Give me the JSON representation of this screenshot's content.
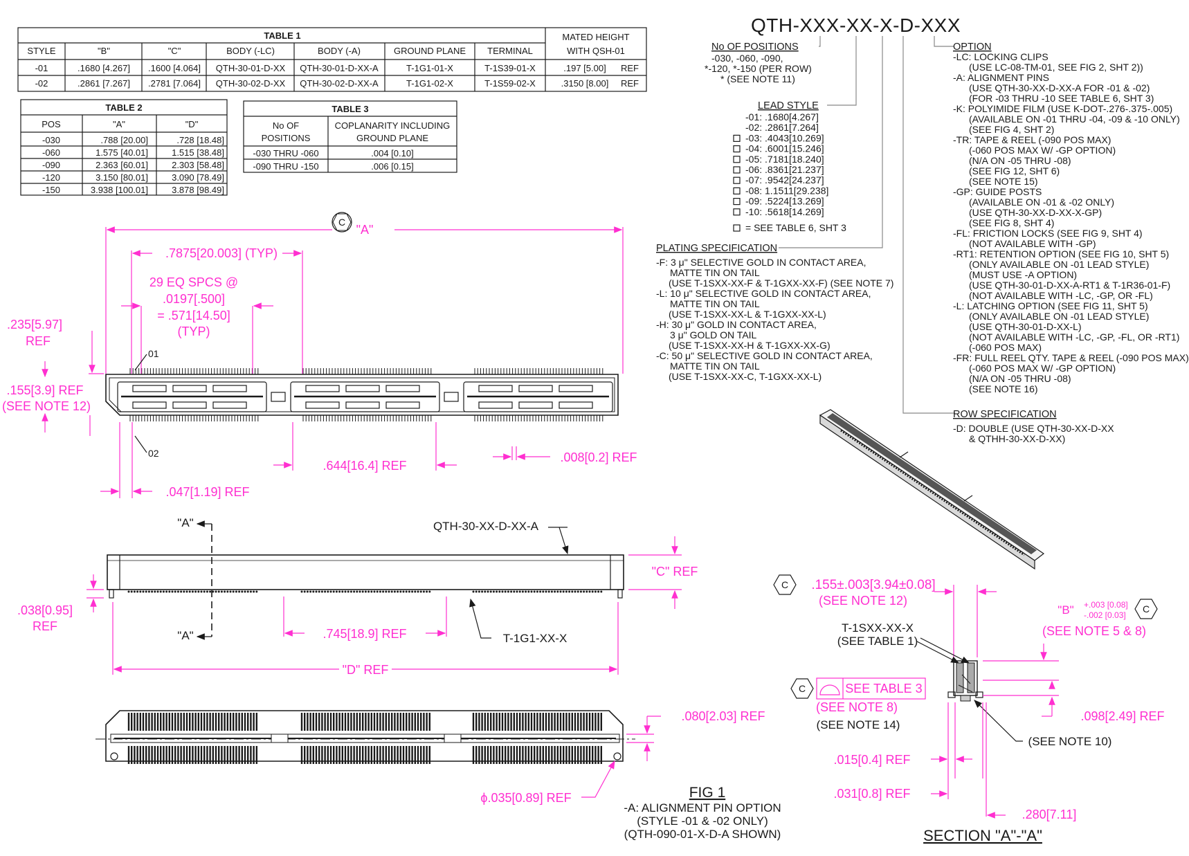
{
  "tables": {
    "t1": {
      "title": "TABLE 1",
      "mated_header": [
        "MATED HEIGHT",
        "WITH QSH-01"
      ],
      "headers": [
        "STYLE",
        "\"B\"",
        "\"C\"",
        "BODY (-LC)",
        "BODY (-A)",
        "GROUND PLANE",
        "TERMINAL"
      ],
      "rows": [
        [
          "-01",
          ".1680 [4.267]",
          ".1600 [4.064]",
          "QTH-30-01-D-XX",
          "QTH-30-01-D-XX-A",
          "T-1G1-01-X",
          "T-1S39-01-X",
          ".197 [5.00]",
          "REF"
        ],
        [
          "-02",
          ".2861 [7.267]",
          ".2781 [7.064]",
          "QTH-30-02-D-XX",
          "QTH-30-02-D-XX-A",
          "T-1G1-02-X",
          "T-1S59-02-X",
          ".3150 [8.00]",
          "REF"
        ]
      ]
    },
    "t2": {
      "title": "TABLE 2",
      "headers": [
        "POS",
        "\"A\"",
        "\"D\""
      ],
      "rows": [
        [
          "-030",
          ".788 [20.00]",
          ".728 [18.48]"
        ],
        [
          "-060",
          "1.575 [40.01]",
          "1.515 [38.48]"
        ],
        [
          "-090",
          "2.363 [60.01]",
          "2.303 [58.48]"
        ],
        [
          "-120",
          "3.150 [80.01]",
          "3.090 [78.49]"
        ],
        [
          "-150",
          "3.938 [100.01]",
          "3.878 [98.49]"
        ]
      ]
    },
    "t3": {
      "title": "TABLE 3",
      "headers": [
        "No OF",
        "POSITIONS",
        "COPLANARITY INCLUDING",
        "GROUND PLANE"
      ],
      "rows": [
        [
          "-030 THRU -060",
          ".004 [0.10]"
        ],
        [
          "-090 THRU -150",
          ".006 [0.15]"
        ]
      ]
    }
  },
  "part_number": "QTH-XXX-XX-X-D-XXX",
  "positions": {
    "title": "No OF POSITIONS",
    "lines": [
      "-030, -060, -090,",
      "*-120, *-150 (PER ROW)",
      "* (SEE NOTE 11)"
    ]
  },
  "lead_style": {
    "title": "LEAD STYLE",
    "items": [
      {
        "box": false,
        "text": "-01:  .1680[4.267]"
      },
      {
        "box": false,
        "text": "-02:  .2861[7.264]"
      },
      {
        "box": true,
        "text": "-03:  .4043[10.269]"
      },
      {
        "box": true,
        "text": "-04:  .6001[15.246]"
      },
      {
        "box": true,
        "text": "-05:  .7181[18.240]"
      },
      {
        "box": true,
        "text": "-06:  .8361[21.237]"
      },
      {
        "box": true,
        "text": "-07:  .9542[24.237]"
      },
      {
        "box": true,
        "text": "-08: 1.1511[29.238]"
      },
      {
        "box": true,
        "text": "-09:  .5224[13.269]"
      },
      {
        "box": true,
        "text": "-10:  .5618[14.269]"
      }
    ],
    "note": "= SEE TABLE 6, SHT 3"
  },
  "plating": {
    "title": "PLATING SPECIFICATION",
    "lines": [
      "-F: 3 μ\" SELECTIVE GOLD IN CONTACT AREA,",
      "MATTE TIN ON TAIL",
      "(USE T-1SXX-XX-F & T-1GXX-XX-F) (SEE NOTE 7)",
      "-L: 10 μ\" SELECTIVE GOLD IN CONTACT AREA,",
      "MATTE TIN ON TAIL",
      "(USE T-1SXX-XX-L & T-1GXX-XX-L)",
      "-H: 30 μ\" GOLD IN CONTACT AREA,",
      "3 μ\" GOLD ON TAIL",
      "(USE T-1SXX-XX-H & T-1GXX-XX-G)",
      "-C: 50 μ\" SELECTIVE GOLD IN CONTACT AREA,",
      "MATTE TIN ON TAIL",
      "(USE T-1SXX-XX-C, T-1GXX-XX-L)"
    ]
  },
  "option": {
    "title": "OPTION",
    "lines": [
      "-LC: LOCKING CLIPS",
      "(USE LC-08-TM-01, SEE FIG 2, SHT 2))",
      "-A: ALIGNMENT PINS",
      "(USE QTH-30-XX-D-XX-A FOR -01 & -02)",
      "(FOR -03 THRU -10 SEE TABLE 6, SHT 3)",
      "-K: POLYIMIDE FILM (USE K-DOT-.276-.375-.005)",
      "(AVAILABLE ON -01 THRU -04, -09 & -10 ONLY)",
      "(SEE FIG 4, SHT 2)",
      "-TR: TAPE & REEL (-090 POS MAX)",
      "(-060 POS MAX W/ -GP OPTION)",
      "(N/A ON -05 THRU -08)",
      "(SEE FIG 12, SHT 6)",
      "(SEE NOTE 15)",
      "-GP: GUIDE POSTS",
      "(AVAILABLE ON -01 & -02 ONLY)",
      "(USE QTH-30-XX-D-XX-X-GP)",
      "(SEE FIG 8, SHT 4)",
      "-FL: FRICTION LOCKS (SEE FIG 9, SHT 4)",
      "(NOT AVAILABLE WITH -GP)",
      "-RT1: RETENTION OPTION (SEE FIG 10, SHT 5)",
      "(ONLY AVAILABLE ON -01 LEAD STYLE)",
      "(MUST USE -A OPTION)",
      "(USE QTH-30-01-D-XX-A-RT1 & T-1R36-01-F)",
      "(NOT AVAILABLE WITH -LC, -GP, OR -FL)",
      "-L: LATCHING OPTION (SEE FIG 11, SHT 5)",
      "(ONLY AVAILABLE ON -01 LEAD STYLE)",
      "(USE QTH-30-01-D-XX-L)",
      "(NOT AVAILABLE WITH -LC, -GP, -FL, OR -RT1)",
      "(-060 POS MAX)",
      "-FR: FULL REEL QTY. TAPE & REEL (-090 POS MAX)",
      "(-060 POS MAX W/ -GP OPTION)",
      "(N/A ON -05 THRU -08)",
      "(SEE NOTE 16)"
    ]
  },
  "row_spec": {
    "title": "ROW SPECIFICATION",
    "lines": [
      "-D: DOUBLE (USE QTH-30-XX-D-XX",
      "& QTHH-30-XX-D-XX)"
    ]
  },
  "top_view": {
    "dim_A": "\"A\"",
    "pitch": ".7875[20.003] (TYP)",
    "spaces": [
      "29 EQ SPCS @",
      ".0197[.500]",
      "= .571[14.50]",
      "(TYP)"
    ],
    "d235": [
      ".235[5.97]",
      "REF"
    ],
    "d155": [
      ".155[3.9] REF",
      "(SEE NOTE 12)"
    ],
    "pin01": "01",
    "pin02": "02",
    "d644": ".644[16.4] REF",
    "d008": ".008[0.2] REF",
    "d047": ".047[1.19] REF"
  },
  "side_view": {
    "section_a": "\"A\"",
    "part_label": "QTH-30-XX-D-XX-A",
    "dim_C": "\"C\" REF",
    "d038": [
      ".038[0.95]",
      "REF"
    ],
    "d745": ".745[18.9] REF",
    "ground_label": "T-1G1-XX-X",
    "dim_D": "\"D\" REF"
  },
  "bottom_view": {
    "d080": ".080[2.03] REF",
    "d035": "ϕ.035[0.89] REF"
  },
  "fig1": {
    "title": "FIG 1",
    "lines": [
      "-A: ALIGNMENT PIN OPTION",
      "(STYLE -01 & -02 ONLY)",
      "(QTH-090-01-X-D-A SHOWN)"
    ]
  },
  "section": {
    "title": "SECTION \"A\"-\"A\"",
    "d155": [
      ".155±.003[3.94±0.08]",
      "(SEE NOTE 12)"
    ],
    "terminal": [
      "T-1SXX-XX-X",
      "(SEE TABLE 1)"
    ],
    "dim_B": "\"B\"",
    "tol_plus": "+.003 [0.08]",
    "tol_minus": "-.002 [0.03]",
    "note58": "(SEE NOTE 5 & 8)",
    "see_table3": "SEE TABLE 3",
    "note8": "(SEE NOTE 8)",
    "note14": "(SEE NOTE 14)",
    "d098": ".098[2.49] REF",
    "note10": "(SEE NOTE 10)",
    "d015": ".015[0.4] REF",
    "d031": ".031[0.8] REF",
    "d280": ".280[7.11]"
  },
  "symbol_c": "C",
  "colors": {
    "dimension": "#ff2fd0",
    "line": "#1a1a1a"
  }
}
